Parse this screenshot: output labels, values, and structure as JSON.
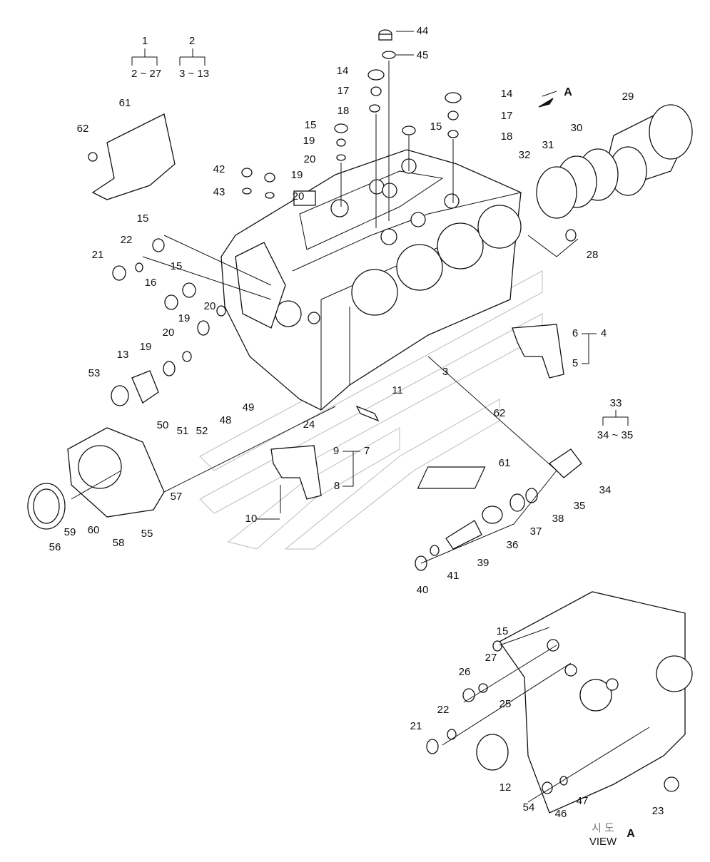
{
  "title": "Cylinder block exploded parts diagram",
  "group_labels": {
    "g1_top": "1",
    "g1_range": "2 ~ 27",
    "g2_top": "2",
    "g2_range": "3 ~ 13",
    "g33_top": "33",
    "g33_range": "34 ~ 35"
  },
  "labels": [
    "44",
    "45",
    "14",
    "17",
    "18",
    "15",
    "19",
    "20",
    "42",
    "43",
    "19",
    "20",
    "14",
    "17",
    "15",
    "18",
    "29",
    "30",
    "31",
    "32",
    "28",
    "61",
    "62",
    "15",
    "22",
    "21",
    "15",
    "16",
    "19",
    "20",
    "20",
    "19",
    "13",
    "53",
    "50",
    "51",
    "52",
    "48",
    "49",
    "24",
    "11",
    "3",
    "6",
    "4",
    "5",
    "62",
    "61",
    "9",
    "7",
    "8",
    "10",
    "57",
    "55",
    "56",
    "59",
    "60",
    "58",
    "34",
    "35",
    "38",
    "37",
    "36",
    "39",
    "41",
    "40",
    "15",
    "27",
    "26",
    "25",
    "22",
    "21",
    "12",
    "54",
    "46",
    "47",
    "23"
  ],
  "view_arrow_label": "A",
  "view_caption": {
    "korean": "시 도",
    "english": "VIEW",
    "letter": "A"
  }
}
